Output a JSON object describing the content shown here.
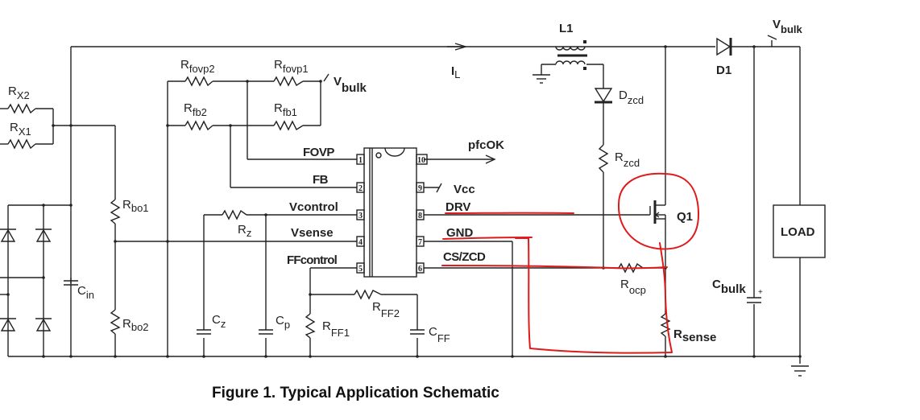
{
  "figure": {
    "caption": "Figure 1. Typical Application Schematic"
  },
  "ic": {
    "pins_left": [
      {
        "num": "1",
        "name": "FOVP"
      },
      {
        "num": "2",
        "name": "FB"
      },
      {
        "num": "3",
        "name": "Vcontrol"
      },
      {
        "num": "4",
        "name": "Vsense"
      },
      {
        "num": "5",
        "name": "FFcontrol"
      }
    ],
    "pins_right": [
      {
        "num": "10",
        "name": "pfcOK"
      },
      {
        "num": "9",
        "name": "Vcc"
      },
      {
        "num": "8",
        "name": "DRV"
      },
      {
        "num": "7",
        "name": "GND"
      },
      {
        "num": "6",
        "name": "CS/ZCD"
      }
    ]
  },
  "components": {
    "rx2": {
      "main": "R",
      "sub": "X2"
    },
    "rx1": {
      "main": "R",
      "sub": "X1"
    },
    "rfovp2": {
      "main": "R",
      "sub": "fovp2"
    },
    "rfovp1": {
      "main": "R",
      "sub": "fovp1"
    },
    "rfb2": {
      "main": "R",
      "sub": "fb2"
    },
    "rfb1": {
      "main": "R",
      "sub": "fb1"
    },
    "vbulk_top": {
      "main": "V",
      "sub": "bulk"
    },
    "vbulk_right": {
      "main": "V",
      "sub": "bulk"
    },
    "il": {
      "main": "I",
      "sub": "L"
    },
    "l1": "L1",
    "d1": "D1",
    "dzcd": {
      "main": "D",
      "sub": "zcd"
    },
    "rzcd": {
      "main": "R",
      "sub": "zcd"
    },
    "q1": "Q1",
    "rocp": {
      "main": "R",
      "sub": "ocp"
    },
    "rsense": {
      "main": "R",
      "sub": "sense"
    },
    "cbulk": {
      "main": "C",
      "sub": "bulk"
    },
    "load": "LOAD",
    "rbo1": {
      "main": "R",
      "sub": "bo1"
    },
    "rbo2": {
      "main": "R",
      "sub": "bo2"
    },
    "cin": {
      "main": "C",
      "sub": "in"
    },
    "rz": {
      "main": "R",
      "sub": "z"
    },
    "cz": {
      "main": "C",
      "sub": "z"
    },
    "cp": {
      "main": "C",
      "sub": "p"
    },
    "rff1": {
      "main": "R",
      "sub": "FF1"
    },
    "rff2": {
      "main": "R",
      "sub": "FF2"
    },
    "cff": {
      "main": "C",
      "sub": "FF"
    }
  },
  "annotations": {
    "color": "#e0191b",
    "description": "Red hand-drawn markings: circle around Q1, underlines on DRV/GND/CS-ZCD, loop path from GND through Rsense"
  }
}
